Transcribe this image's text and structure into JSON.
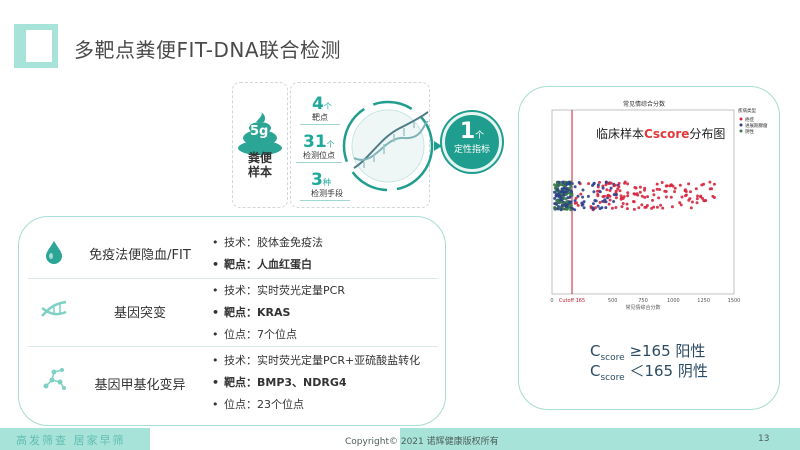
{
  "title": "多靶点粪便FIT-DNA联合检测",
  "sample": {
    "badge": "5g",
    "label_line1": "粪便",
    "label_line2": "样本"
  },
  "metrics": [
    {
      "num": "4",
      "unit": "个",
      "label": "靶点"
    },
    {
      "num": "31",
      "unit": "个",
      "label": "检测位点"
    },
    {
      "num": "3",
      "unit": "种",
      "label": "检测手段"
    }
  ],
  "indicator": {
    "num": "1",
    "unit": "个",
    "label": "定性指标"
  },
  "methods": [
    {
      "name": "免疫法便隐血/FIT",
      "icon": "blood-drop-icon",
      "details": [
        {
          "key": "技术：",
          "value": "胶体金免疫法",
          "bold": false
        },
        {
          "key": "靶点：",
          "value": "人血红蛋白",
          "bold": true
        }
      ]
    },
    {
      "name": "基因突变",
      "icon": "dna-icon",
      "details": [
        {
          "key": "技术：",
          "value": "实时荧光定量PCR",
          "bold": false
        },
        {
          "key": "靶点：",
          "value": "KRAS",
          "bold": true
        },
        {
          "key": "位点：",
          "value": "7个位点",
          "bold": false
        }
      ]
    },
    {
      "name": "基因甲基化变异",
      "icon": "molecule-icon",
      "details": [
        {
          "key": "技术：",
          "value": "实时荧光定量PCR+亚硫酸盐转化",
          "bold": false
        },
        {
          "key": "靶点：",
          "value": "BMP3、NDRG4",
          "bold": true
        },
        {
          "key": "位点：",
          "value": "23个位点",
          "bold": false
        }
      ]
    }
  ],
  "chart_overlay": {
    "prefix": "临床样本",
    "highlight": "Cscore",
    "suffix": "分布图"
  },
  "chart_data": {
    "type": "scatter",
    "title": "常见情综合分数",
    "xlabel": "常见情综合分数",
    "ylabel": "",
    "xlim": [
      0,
      1500
    ],
    "x_ticks": [
      "0",
      "Cutoff 165",
      "500",
      "750",
      "1000",
      "1250",
      "1500"
    ],
    "cutoff": 165,
    "legend_title": "疾病类型",
    "series": [
      {
        "name": "癌症",
        "color": "#d6263d"
      },
      {
        "name": "进展期腺瘤",
        "color": "#2b3f8e"
      },
      {
        "name": "阴性",
        "color": "#3c7a4a"
      }
    ]
  },
  "formula": {
    "positive": {
      "c": "C",
      "sub": "score",
      "rel": " ≥165 阳性"
    },
    "negative": {
      "c": "C",
      "sub": "score",
      "rel": " ＜165 阴性"
    }
  },
  "footer": {
    "slogan": "高发筛查  居家早筛",
    "copyright": "Copyright© 2021   诺辉健康版权所有",
    "page": "13"
  }
}
